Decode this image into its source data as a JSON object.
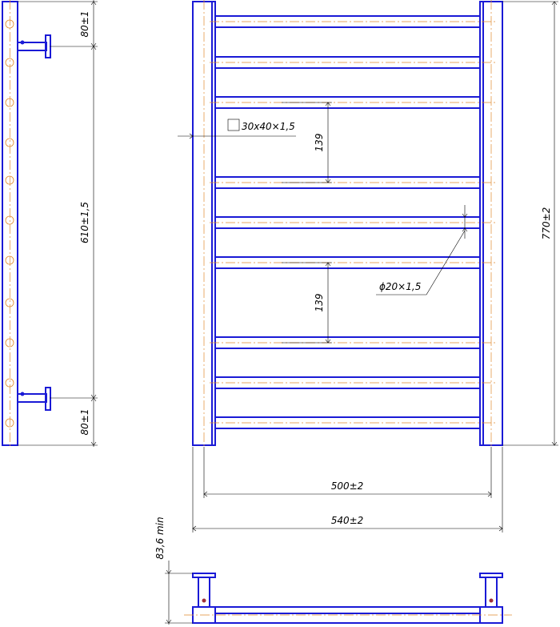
{
  "colors": {
    "part": "#1a1ad6",
    "axis": "#e08a2e",
    "dimension": "#000000"
  },
  "dimensions": {
    "top_offset": "80±1",
    "bracket_spacing": "610±1,5",
    "bottom_offset": "80±1",
    "profile": "30x40×1,5",
    "pitch_upper": "139",
    "pitch_lower": "139",
    "tube": "ϕ20×1,5",
    "height": "770±2",
    "inner_width": "500±2",
    "outer_width": "540±2",
    "wall_gap": "83,6 min"
  }
}
